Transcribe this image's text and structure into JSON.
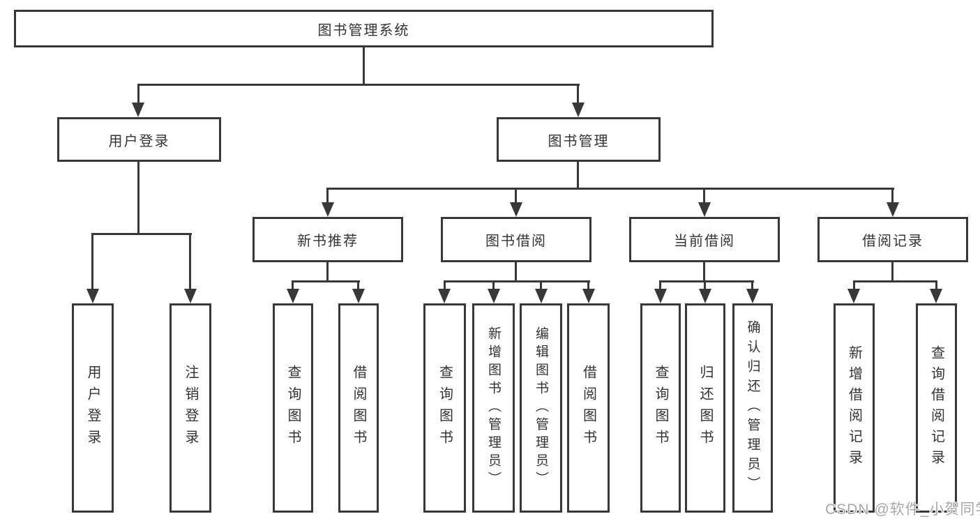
{
  "diagram_title": "图书管理系统",
  "nodes": {
    "root": {
      "label": "图书管理系统"
    },
    "user_login": {
      "label": "用户登录",
      "children": [
        {
          "label": "用户登录"
        },
        {
          "label": "注销登录"
        }
      ]
    },
    "book_mgmt": {
      "label": "图书管理"
    },
    "new_books": {
      "label": "新书推荐",
      "children": [
        {
          "label": "查询图书"
        },
        {
          "label": "借阅图书"
        }
      ]
    },
    "book_borrow": {
      "label": "图书借阅",
      "children": [
        {
          "label": "查询图书"
        },
        {
          "label": "新增图书（管理员）"
        },
        {
          "label": "编辑图书（管理员）"
        },
        {
          "label": "借阅图书"
        }
      ]
    },
    "current_borrow": {
      "label": "当前借阅",
      "children": [
        {
          "label": "查询图书"
        },
        {
          "label": "归还图书"
        },
        {
          "label": "确认归还（管理员）"
        }
      ]
    },
    "borrow_records": {
      "label": "借阅记录",
      "children": [
        {
          "label": "新增借阅记录"
        },
        {
          "label": "查询借阅记录"
        }
      ]
    }
  },
  "watermark": "CSDN @软件_小贺同学",
  "colors": {
    "line": "#383838",
    "text": "#333333",
    "watermark": "#a8a8a8",
    "background": "#ffffff"
  }
}
